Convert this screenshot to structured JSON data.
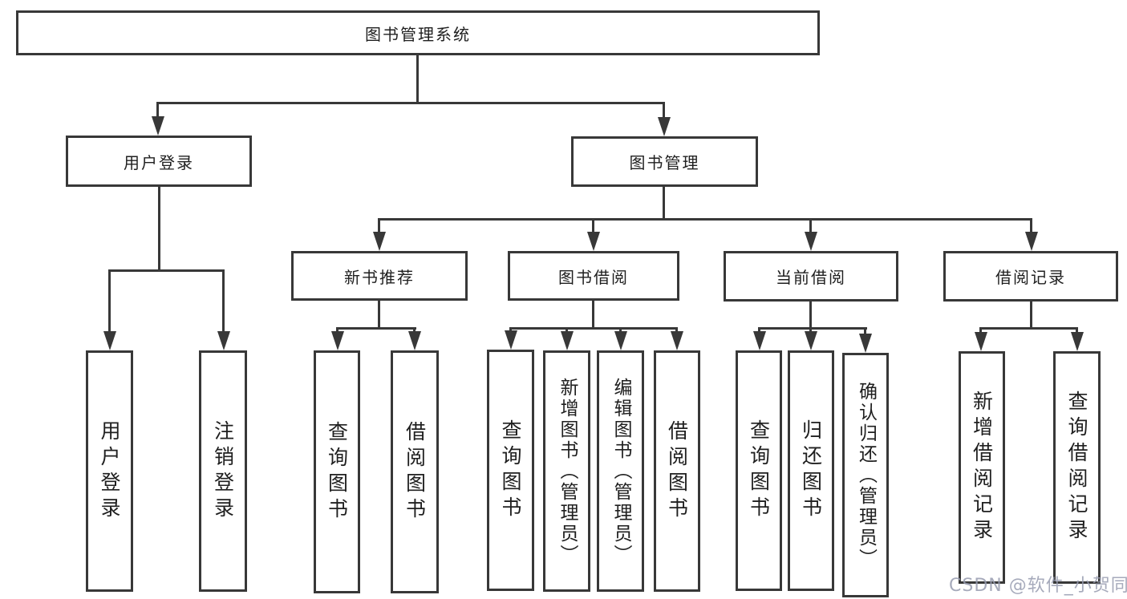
{
  "tree": {
    "label": "图书管理系统",
    "children": [
      {
        "label": "用户登录",
        "children": [
          {
            "label": "用户登录"
          },
          {
            "label": "注销登录"
          }
        ]
      },
      {
        "label": "图书管理",
        "children": [
          {
            "label": "新书推荐",
            "children": [
              {
                "label": "查询图书"
              },
              {
                "label": "借阅图书"
              }
            ]
          },
          {
            "label": "图书借阅",
            "children": [
              {
                "label": "查询图书"
              },
              {
                "label": "新增图书（管理员）"
              },
              {
                "label": "编辑图书（管理员）"
              },
              {
                "label": "借阅图书"
              }
            ]
          },
          {
            "label": "当前借阅",
            "children": [
              {
                "label": "查询图书"
              },
              {
                "label": "归还图书"
              },
              {
                "label": "确认归还（管理员）"
              }
            ]
          },
          {
            "label": "借阅记录",
            "children": [
              {
                "label": "新增借阅记录"
              },
              {
                "label": "查询借阅记录"
              }
            ]
          }
        ]
      }
    ]
  },
  "watermark": {
    "text": "CSDN @软件_小贺同学",
    "color": "#969bb0"
  },
  "colors": {
    "line": "#383838",
    "text": "#1f1f1f",
    "background": "#ffffff"
  }
}
